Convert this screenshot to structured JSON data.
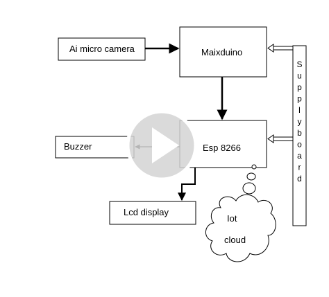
{
  "blocks": {
    "camera": "Ai micro camera",
    "maixduino": "Maixduino",
    "esp": "Esp 8266",
    "buzzer": "Buzzer",
    "lcd": "Lcd display",
    "cloud_line1": "Iot",
    "cloud_line2": "cloud",
    "supply_letters": [
      "S",
      "u",
      "p",
      "p",
      "l",
      "y",
      "b",
      "o",
      "a",
      "r",
      "d"
    ]
  },
  "overlay": {
    "icon": "play-icon"
  }
}
